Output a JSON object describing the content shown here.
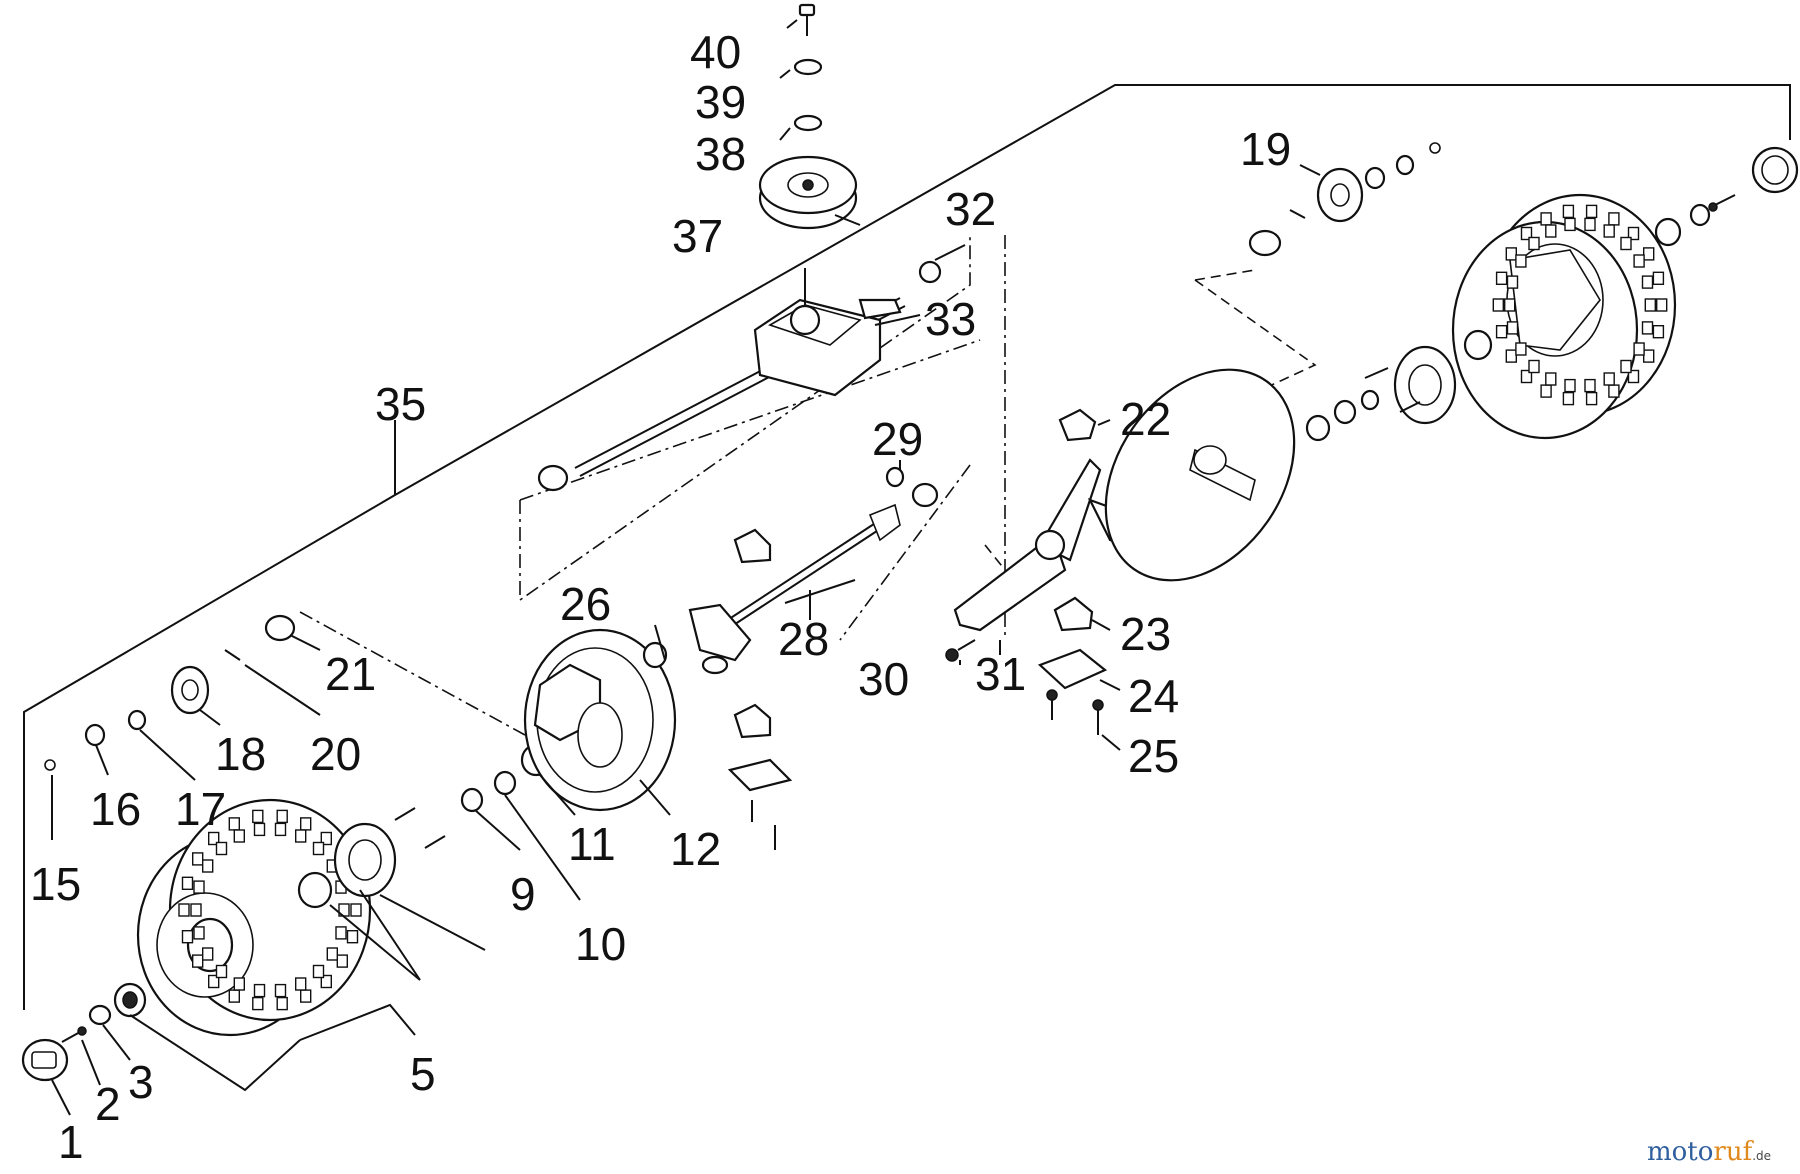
{
  "callouts": [
    {
      "id": "1",
      "label": "1"
    },
    {
      "id": "2",
      "label": "2"
    },
    {
      "id": "3",
      "label": "3"
    },
    {
      "id": "5",
      "label": "5"
    },
    {
      "id": "9",
      "label": "9"
    },
    {
      "id": "10",
      "label": "10"
    },
    {
      "id": "11",
      "label": "11"
    },
    {
      "id": "12",
      "label": "12"
    },
    {
      "id": "15",
      "label": "15"
    },
    {
      "id": "16",
      "label": "16"
    },
    {
      "id": "17",
      "label": "17"
    },
    {
      "id": "18",
      "label": "18"
    },
    {
      "id": "19",
      "label": "19"
    },
    {
      "id": "20",
      "label": "20"
    },
    {
      "id": "21",
      "label": "21"
    },
    {
      "id": "22",
      "label": "22"
    },
    {
      "id": "23",
      "label": "23"
    },
    {
      "id": "24",
      "label": "24"
    },
    {
      "id": "25",
      "label": "25"
    },
    {
      "id": "26",
      "label": "26"
    },
    {
      "id": "28",
      "label": "28"
    },
    {
      "id": "29",
      "label": "29"
    },
    {
      "id": "30",
      "label": "30"
    },
    {
      "id": "31",
      "label": "31"
    },
    {
      "id": "32",
      "label": "32"
    },
    {
      "id": "33",
      "label": "33"
    },
    {
      "id": "35",
      "label": "35"
    },
    {
      "id": "37",
      "label": "37"
    },
    {
      "id": "38",
      "label": "38"
    },
    {
      "id": "39",
      "label": "39"
    },
    {
      "id": "40",
      "label": "40"
    }
  ],
  "watermark": {
    "brand_main": "motoruf",
    "brand_suffix": ".de",
    "colors": {
      "moto": "#2f5f9e",
      "ruf": "#e08a1e",
      "suffix": "#444444"
    }
  }
}
